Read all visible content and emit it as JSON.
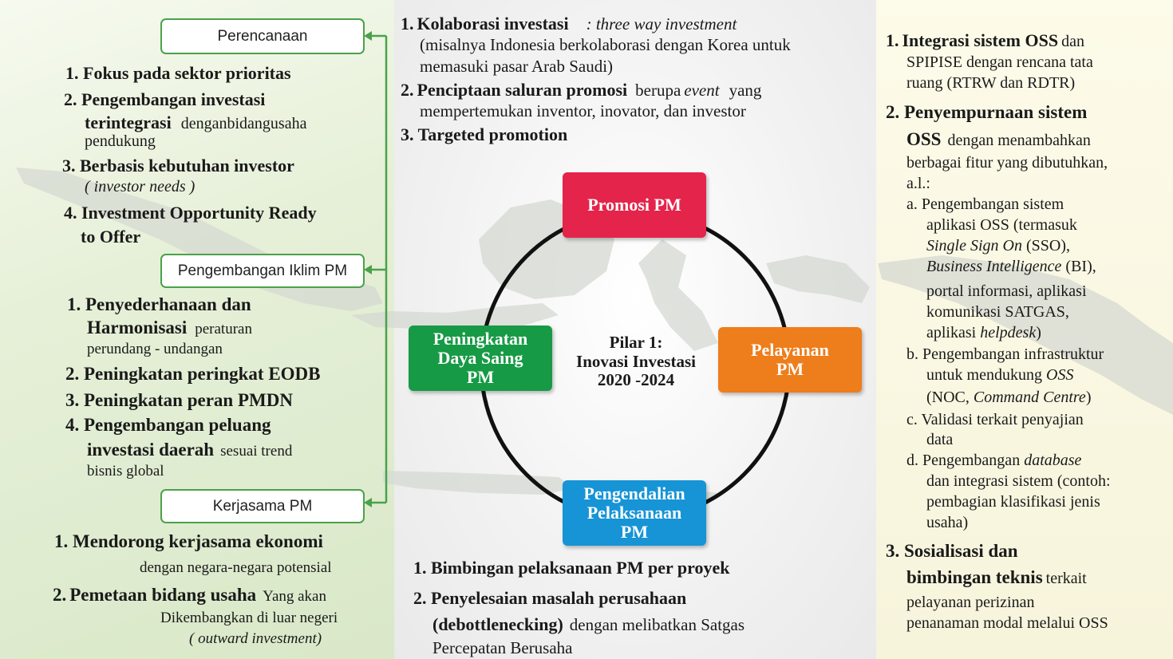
{
  "left": {
    "perencanaan": {
      "header": "Perencanaan",
      "items": [
        {
          "num": "1.",
          "bold": "Fokus  pada  sektor  prioritas",
          "rest": ""
        },
        {
          "num": "2.",
          "bold": "Pengembangan   investasi",
          "bold2": "terintegrasi",
          "rest": "denganbidangusaha",
          "rest2": "pendukung"
        },
        {
          "num": "3.",
          "bold": "Berbasis  kebutuhan  investor",
          "paren": "( investor needs )"
        },
        {
          "num": "4.",
          "bold": "Investment Opportunity Ready",
          "bold2": "to Offer"
        }
      ]
    },
    "iklim": {
      "header": "Pengembangan Iklim PM",
      "items": [
        {
          "num": "1.",
          "bold": "Penyederhanaan dan",
          "bold2": "Harmonisasi",
          "rest": "peraturan",
          "rest2": "perundang - undangan"
        },
        {
          "num": "2.",
          "bold": "Peningkatan peringkat EODB"
        },
        {
          "num": "3.",
          "bold": "Peningkatan peran PMDN"
        },
        {
          "num": "4.",
          "bold": "Pengembangan peluang",
          "bold2": "investasi daerah",
          "rest": "sesuai trend",
          "rest2": "bisnis global"
        }
      ]
    },
    "kerjasama": {
      "header": "Kerjasama PM",
      "items": [
        {
          "num": "1.",
          "bold": "Mendorong kerjasama ekonomi",
          "rest": "dengan negara-negara potensial"
        },
        {
          "num": "2.",
          "bold": "Pemetaan bidang usaha",
          "rest": "Yang akan",
          "rest2": "Dikembangkan di luar negeri",
          "paren": "( outward investment)"
        }
      ]
    }
  },
  "top_center": {
    "item1": {
      "num": "1.",
      "bold": "Kolaborasi investasi",
      "sep": ": three way investment",
      "line2": "(misalnya Indonesia berkolaborasi dengan Korea untuk",
      "line3": "memasuki pasar Arab Saudi)"
    },
    "item2": {
      "num": "2.",
      "bold": "Penciptaan saluran promosi",
      "rest": "berupa",
      "ital": "event",
      "rest_b": "yang",
      "line2": "mempertemukan inventor, inovator, dan investor"
    },
    "item3": {
      "num": "3.",
      "bold": "Targeted promotion"
    }
  },
  "center": {
    "pillar_title": [
      "Pilar 1:",
      "Inovasi Investasi",
      "2020 -2024"
    ],
    "promosi": "Promosi PM",
    "pelayanan": [
      "Pelayanan",
      "PM"
    ],
    "pengendalian": [
      "Pengendalian",
      "Pelaksanaan",
      "PM"
    ],
    "daya_saing": [
      "Peningkatan",
      "Daya Saing",
      "PM"
    ],
    "colors": {
      "promosi": "#e4244b",
      "pelayanan": "#ee7d1b",
      "pengendalian": "#1694d6",
      "daya_saing": "#179a45"
    }
  },
  "bottom_center": {
    "item1": {
      "num": "1.",
      "bold": "Bimbingan pelaksanaan PM per proyek"
    },
    "item2": {
      "num": "2.",
      "bold": "Penyelesaian masalah perusahaan",
      "bold2": "(debottlenecking)",
      "rest": "dengan melibatkan Satgas",
      "rest2": "Percepatan Berusaha"
    }
  },
  "right": {
    "item1": {
      "num": "1.",
      "bold": "Integrasi sistem OSS",
      "rest": "dan",
      "line2": "SPIPISE dengan rencana tata",
      "line3": "ruang (RTRW dan RDTR)"
    },
    "item2": {
      "num": "2.",
      "bold": "Penyempurnaan sistem",
      "bold2": "OSS",
      "rest": "dengan menambahkan",
      "line3": "berbagai fitur yang dibutuhkan,",
      "line4": "a.l.:"
    },
    "sub_a": [
      "a. Pengembangan sistem",
      "aplikasi OSS (termasuk",
      "Single Sign On",
      "(SSO),",
      "Business Intelligence",
      "(BI),",
      "portal informasi, aplikasi",
      "komunikasi SATGAS,",
      "aplikasi",
      "helpdesk",
      ")"
    ],
    "sub_b": [
      "b. Pengembangan infrastruktur",
      "untuk mendukung",
      "OSS",
      "(NOC,",
      "Command Centre",
      ")"
    ],
    "sub_c": [
      "c. Validasi terkait penyajian",
      "data"
    ],
    "sub_d": [
      "d. Pengembangan",
      "database",
      "dan integrasi sistem (contoh:",
      "pembagian klasifikasi jenis",
      "usaha)"
    ],
    "item3": {
      "num": "3.",
      "bold": "Sosialisasi dan",
      "bold2": "bimbingan teknis",
      "rest": "terkait",
      "line3": "pelayanan perizinan",
      "line4": "penanaman modal melalui OSS"
    }
  }
}
